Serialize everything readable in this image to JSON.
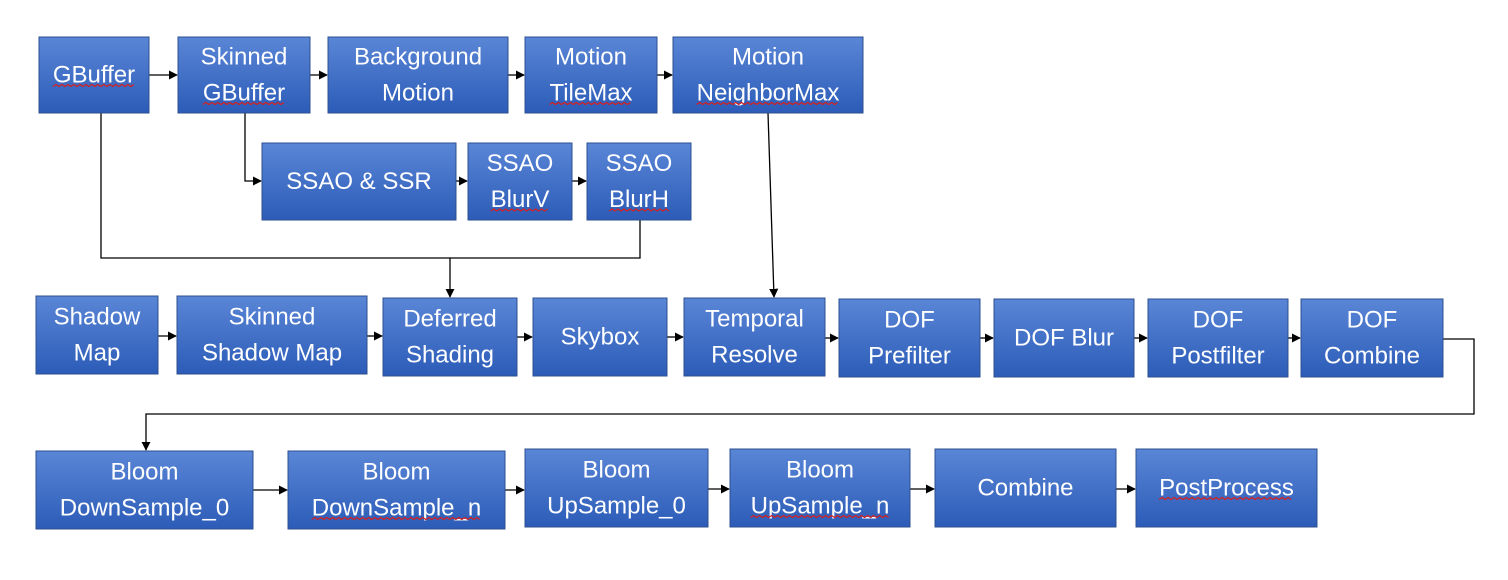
{
  "colors": {
    "box_top": "#5a86d6",
    "box_bottom": "#2c5cb8",
    "border": "#2c4f8f",
    "connector": "#000000",
    "spell_underline": "#d42020"
  },
  "nodes": [
    {
      "id": "gbuffer",
      "lines": [
        "GBuffer"
      ]
    },
    {
      "id": "skinned-gbuffer",
      "lines": [
        "Skinned",
        "GBuffer"
      ]
    },
    {
      "id": "background-motion",
      "lines": [
        "Background",
        "Motion"
      ]
    },
    {
      "id": "motion-tilemax",
      "lines": [
        "Motion",
        "TileMax"
      ]
    },
    {
      "id": "motion-neighbormax",
      "lines": [
        "Motion",
        "NeighborMax"
      ]
    },
    {
      "id": "ssao-ssr",
      "lines": [
        "SSAO & SSR"
      ]
    },
    {
      "id": "ssao-blurv",
      "lines": [
        "SSAO",
        "BlurV"
      ]
    },
    {
      "id": "ssao-blurh",
      "lines": [
        "SSAO",
        "BlurH"
      ]
    },
    {
      "id": "shadow-map",
      "lines": [
        "Shadow",
        "Map"
      ]
    },
    {
      "id": "skinned-shadow-map",
      "lines": [
        "Skinned",
        "Shadow Map"
      ]
    },
    {
      "id": "deferred-shading",
      "lines": [
        "Deferred",
        "Shading"
      ]
    },
    {
      "id": "skybox",
      "lines": [
        "Skybox"
      ]
    },
    {
      "id": "temporal-resolve",
      "lines": [
        "Temporal",
        "Resolve"
      ]
    },
    {
      "id": "dof-prefilter",
      "lines": [
        "DOF",
        "Prefilter"
      ]
    },
    {
      "id": "dof-blur",
      "lines": [
        "DOF Blur"
      ]
    },
    {
      "id": "dof-postfilter",
      "lines": [
        "DOF",
        "Postfilter"
      ]
    },
    {
      "id": "dof-combine",
      "lines": [
        "DOF",
        "Combine"
      ]
    },
    {
      "id": "bloom-downsample-0",
      "lines": [
        "Bloom",
        "DownSample_0"
      ]
    },
    {
      "id": "bloom-downsample-n",
      "lines": [
        "Bloom",
        "DownSample_n"
      ]
    },
    {
      "id": "bloom-upsample-0",
      "lines": [
        "Bloom",
        "UpSample_0"
      ]
    },
    {
      "id": "bloom-upsample-n",
      "lines": [
        "Bloom",
        "UpSample_n"
      ]
    },
    {
      "id": "combine",
      "lines": [
        "Combine"
      ]
    },
    {
      "id": "postprocess",
      "lines": [
        "PostProcess"
      ]
    }
  ],
  "edges": [
    {
      "from": "gbuffer",
      "to": "skinned-gbuffer"
    },
    {
      "from": "skinned-gbuffer",
      "to": "background-motion"
    },
    {
      "from": "background-motion",
      "to": "motion-tilemax"
    },
    {
      "from": "motion-tilemax",
      "to": "motion-neighbormax"
    },
    {
      "from": "skinned-gbuffer",
      "to": "ssao-ssr"
    },
    {
      "from": "ssao-ssr",
      "to": "ssao-blurv"
    },
    {
      "from": "ssao-blurv",
      "to": "ssao-blurh"
    },
    {
      "from": "gbuffer",
      "to": "deferred-shading"
    },
    {
      "from": "ssao-blurh",
      "to": "deferred-shading"
    },
    {
      "from": "motion-neighbormax",
      "to": "temporal-resolve"
    },
    {
      "from": "shadow-map",
      "to": "skinned-shadow-map"
    },
    {
      "from": "skinned-shadow-map",
      "to": "deferred-shading"
    },
    {
      "from": "deferred-shading",
      "to": "skybox"
    },
    {
      "from": "skybox",
      "to": "temporal-resolve"
    },
    {
      "from": "temporal-resolve",
      "to": "dof-prefilter"
    },
    {
      "from": "dof-prefilter",
      "to": "dof-blur"
    },
    {
      "from": "dof-blur",
      "to": "dof-postfilter"
    },
    {
      "from": "dof-postfilter",
      "to": "dof-combine"
    },
    {
      "from": "dof-combine",
      "to": "bloom-downsample-0"
    },
    {
      "from": "bloom-downsample-0",
      "to": "bloom-downsample-n"
    },
    {
      "from": "bloom-downsample-n",
      "to": "bloom-upsample-0"
    },
    {
      "from": "bloom-upsample-0",
      "to": "bloom-upsample-n"
    },
    {
      "from": "bloom-upsample-n",
      "to": "combine"
    },
    {
      "from": "combine",
      "to": "postprocess"
    }
  ]
}
